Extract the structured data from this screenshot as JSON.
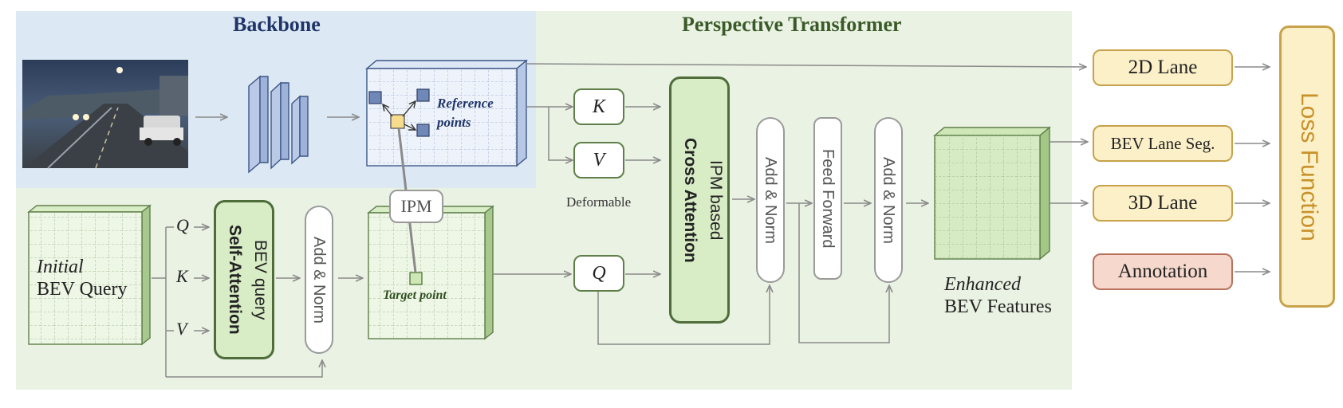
{
  "titles": {
    "backbone": "Backbone",
    "perspective_transformer": "Perspective Transformer"
  },
  "labels": {
    "reference_points": "Reference points",
    "ipm": "IPM",
    "target_point": "Target point",
    "initial": "Initial",
    "bev_query": "BEV Query",
    "q": "Q",
    "k": "K",
    "v": "V",
    "self_attention_line1": "BEV query",
    "self_attention_line2": "Self-Attention",
    "add_norm": "Add & Norm",
    "deformable": "Deformable",
    "cross_attention_line1": "IPM based",
    "cross_attention_line2": "Cross Attention",
    "feed_forward": "Feed Forward",
    "enhanced": "Enhanced",
    "bev_features": "BEV Features"
  },
  "outputs": {
    "lane_2d": "2D Lane",
    "bev_lane_seg": "BEV Lane Seg.",
    "lane_3d": "3D Lane",
    "annotation": "Annotation",
    "loss_function": "Loss Function"
  },
  "colors": {
    "backbone_bg": "#dce8f4",
    "transformer_bg": "#eaf2e3",
    "output_fill": "#fbf0c8",
    "output_border": "#c8a24a",
    "annotation_fill": "#f6d9cc",
    "annotation_border": "#b8715c",
    "green_fill": "#d8ecc6",
    "green_border": "#5f7f4a",
    "blue_fill": "#c9d6ec",
    "blue_border": "#3d5687",
    "title_backbone": "#1f3468",
    "title_transformer": "#3a5a28"
  }
}
